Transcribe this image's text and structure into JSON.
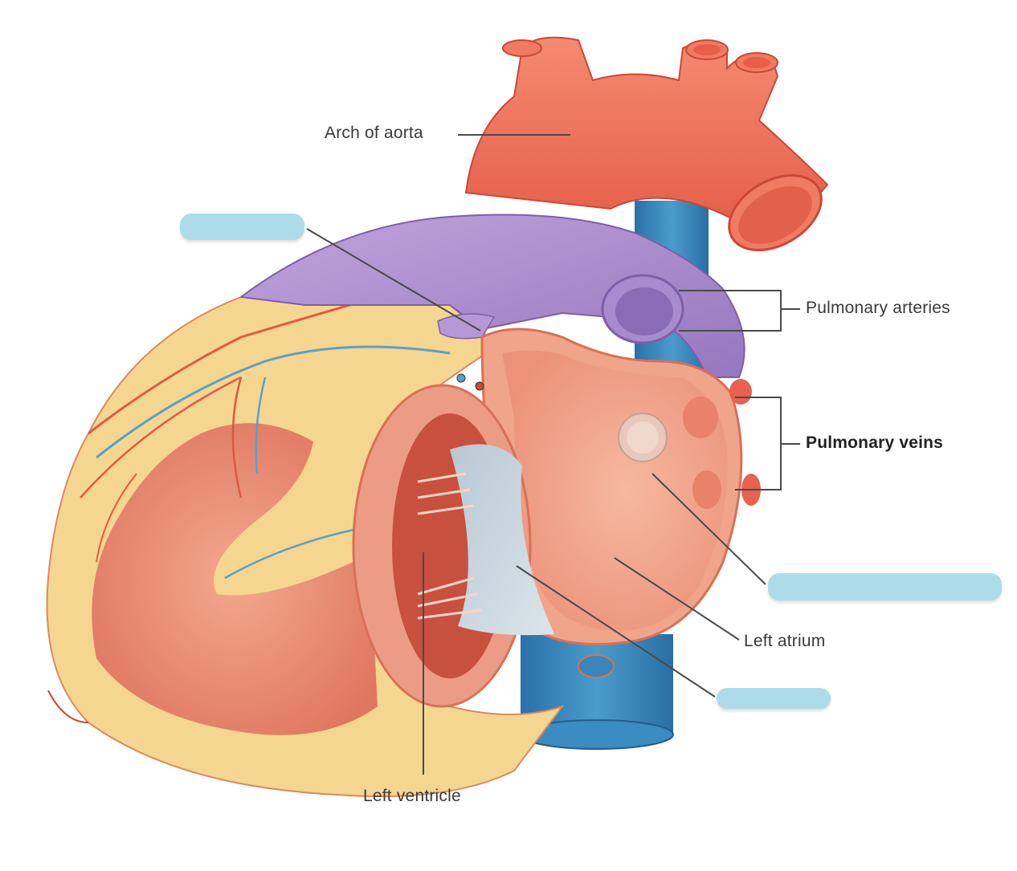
{
  "figure": {
    "subject": "Heart — posterior view with left atrium and left ventricle opened",
    "colors": {
      "aorta": "#ee6a54",
      "pulmonary_trunk": "#a888c8",
      "vena_cava": "#3a86b8",
      "myocardium": "#e98a72",
      "fat": "#f6d88e",
      "valve": "#c9d8e0",
      "blank_box": "#acdcea",
      "leader_line": "#4a4a4a"
    }
  },
  "labels": {
    "arch_of_aorta": "Arch of aorta",
    "pulmonary_arteries": "Pulmonary arteries",
    "pulmonary_veins": "Pulmonary veins",
    "left_atrium": "Left atrium",
    "left_ventricle": "Left ventricle"
  },
  "blank_boxes": [
    {
      "id": "blank-1",
      "value": "",
      "position": "upper-left, points to pulmonary trunk"
    },
    {
      "id": "blank-2",
      "value": "",
      "position": "right, points to opening in left atrium"
    },
    {
      "id": "blank-3",
      "value": "",
      "position": "lower-right, points to mitral valve"
    }
  ]
}
